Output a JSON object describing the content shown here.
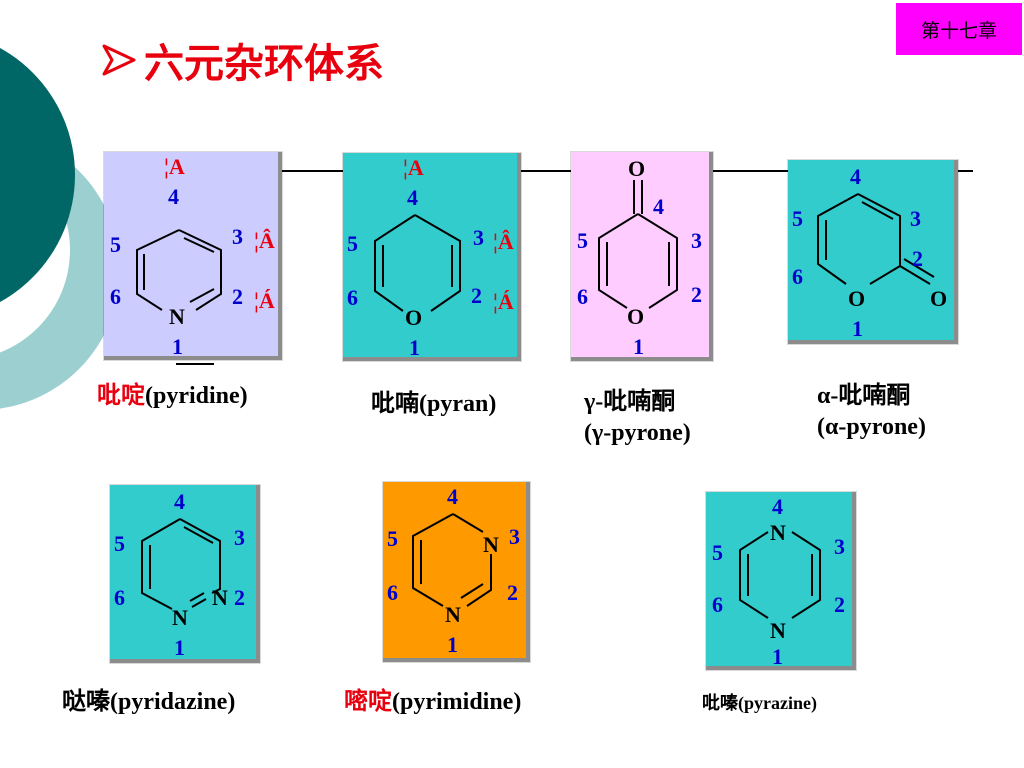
{
  "header": {
    "chapter_label": "第十七章",
    "title": "六元杂环体系"
  },
  "colors": {
    "accent": "#e8000e",
    "chapter_bg": "#ff00ff",
    "teal": "#33cccc",
    "lavender": "#ccccff",
    "pink": "#ffccff",
    "orange": "#ff9900",
    "blue_text": "#0000cc"
  },
  "pyridine": {
    "bg": "#ccccff",
    "nums": [
      "1",
      "2",
      "3",
      "4",
      "5",
      "6"
    ],
    "heteroatom": "N",
    "greek": [
      "¦Á",
      "¦Â",
      "¦A"
    ],
    "name_cn": "吡啶",
    "name_en": "(pyridine)"
  },
  "pyran": {
    "bg": "#33cccc",
    "nums": [
      "1",
      "2",
      "3",
      "4",
      "5",
      "6"
    ],
    "heteroatom": "O",
    "greek": [
      "¦Á",
      "¦Â",
      "¦A"
    ],
    "name_cn": "吡喃",
    "name_en": "(pyran)"
  },
  "gamma_pyrone": {
    "bg": "#ffccff",
    "nums": [
      "1",
      "2",
      "3",
      "4",
      "5",
      "6"
    ],
    "heteroatom": "O",
    "carbonyl": "O",
    "line1_prefix": "γ-",
    "line1_cn": "吡喃酮",
    "line2": "(γ-pyrone)"
  },
  "alpha_pyrone": {
    "bg": "#33cccc",
    "nums": [
      "1",
      "2",
      "3",
      "4",
      "5",
      "6"
    ],
    "heteroatom": "O",
    "carbonyl": "O",
    "line1_prefix": "α-",
    "line1_cn": "吡喃酮",
    "line2": "(α-pyrone)"
  },
  "pyridazine": {
    "bg": "#33cccc",
    "nums": [
      "1",
      "2",
      "3",
      "4",
      "5",
      "6"
    ],
    "n1": "N",
    "n2": "N",
    "name_cn": "哒嗪",
    "name_en": "(pyridazine)"
  },
  "pyrimidine": {
    "bg": "#ff9900",
    "nums": [
      "1",
      "2",
      "3",
      "4",
      "5",
      "6"
    ],
    "n1": "N",
    "n3": "N",
    "name_cn": "嘧啶",
    "name_en": "(pyrimidine)"
  },
  "pyrazine": {
    "bg": "#33cccc",
    "nums": [
      "1",
      "2",
      "3",
      "4",
      "5",
      "6"
    ],
    "n1": "N",
    "n4": "N",
    "name_cn": "吡嗪",
    "name_en": "(pyrazine)"
  }
}
